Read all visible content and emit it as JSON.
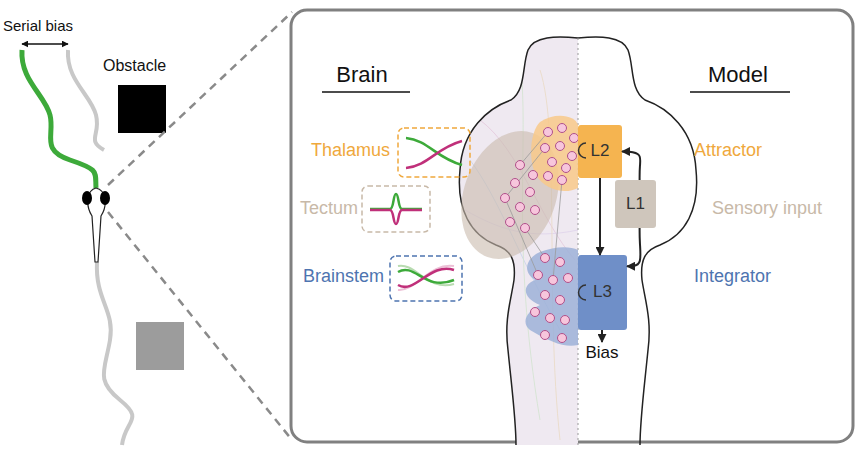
{
  "diagram": {
    "nodes": [
      {
        "text": [
          "L2"
        ]
      },
      {
        "text": [
          "L1"
        ]
      },
      {
        "text": [
          "L3"
        ]
      }
    ],
    "edges": [
      {
        "from": 0,
        "to": 2,
        "arrow": "to"
      },
      {
        "from": 1,
        "to": 0,
        "arrow": "to"
      },
      {
        "from": 1,
        "to": 2,
        "arrow": "to"
      }
    ],
    "labels": [
      "Serial bias",
      "Obstacle",
      "Brain",
      "Model",
      "Thalamus",
      "Tectum",
      "Brainstem",
      "Attractor",
      "Sensory input",
      "Integrator",
      "Bias"
    ]
  }
}
